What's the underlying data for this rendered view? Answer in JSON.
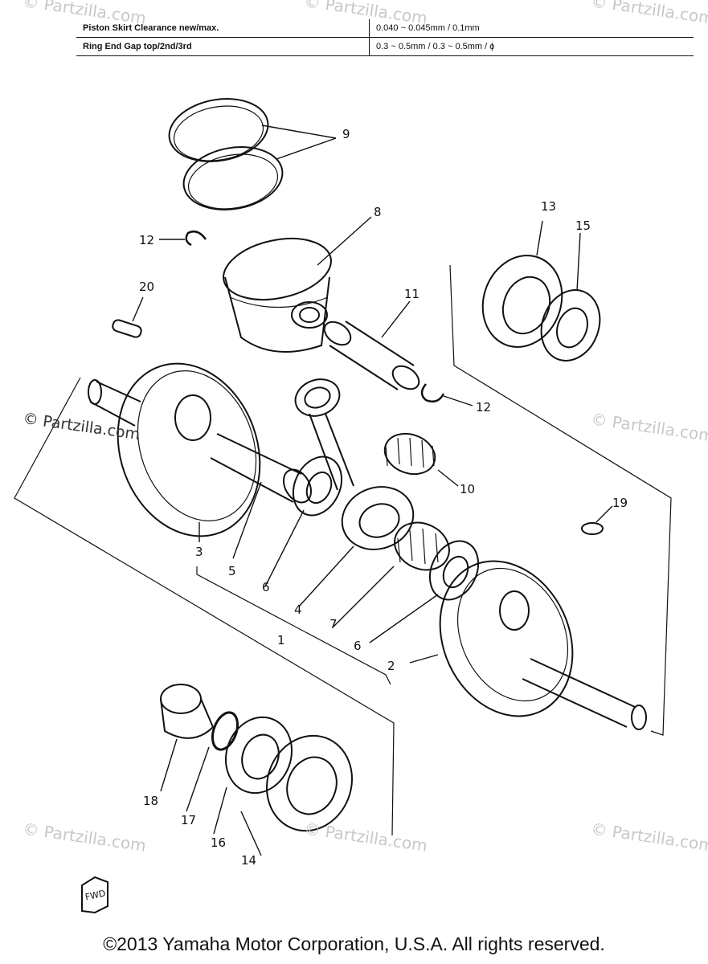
{
  "spec_table": {
    "rows": [
      {
        "label": "Piston Skirt Clearance new/max.",
        "value": "0.040 ~ 0.045mm / 0.1mm"
      },
      {
        "label": "Ring End Gap top/2nd/3rd",
        "value": "0.3 ~ 0.5mm / 0.3 ~ 0.5mm / ϕ"
      }
    ]
  },
  "callouts": {
    "n1": "1",
    "n2": "2",
    "n3": "3",
    "n4": "4",
    "n5": "5",
    "n6a": "6",
    "n6b": "6",
    "n7": "7",
    "n8": "8",
    "n9": "9",
    "n10": "10",
    "n11": "11",
    "n12a": "12",
    "n12b": "12",
    "n13": "13",
    "n14": "14",
    "n15": "15",
    "n16": "16",
    "n17": "17",
    "n18": "18",
    "n19": "19",
    "n20": "20"
  },
  "watermarks": {
    "main": "© Partzilla.com",
    "faint": "© Partzilla.com"
  },
  "fwd_label": "FWD",
  "footer": "©2013  Yamaha Motor Corporation, U.S.A. All rights reserved."
}
